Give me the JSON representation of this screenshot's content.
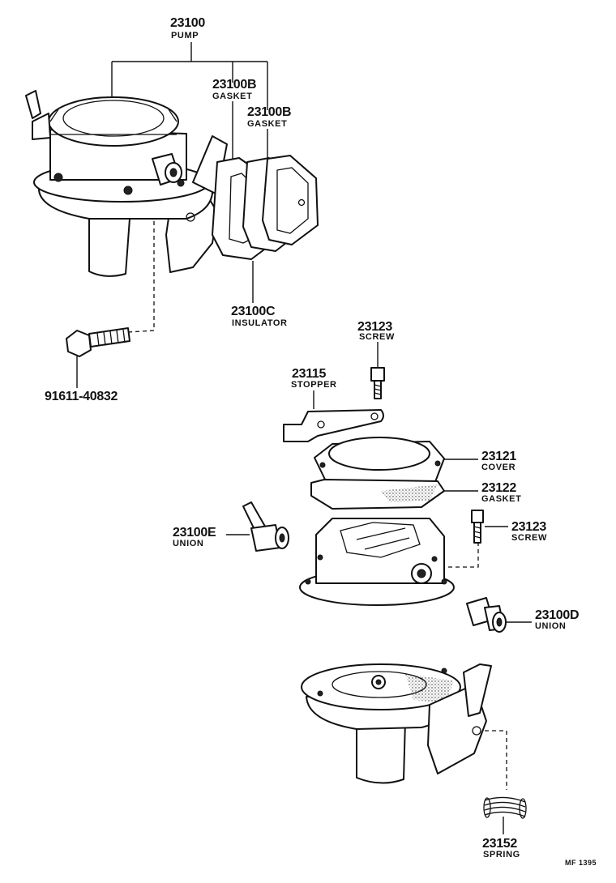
{
  "parts": [
    {
      "id": "pump",
      "number": "23100",
      "name": "PUMP"
    },
    {
      "id": "gasket1",
      "number": "23100B",
      "name": "GASKET"
    },
    {
      "id": "gasket2",
      "number": "23100B",
      "name": "GASKET"
    },
    {
      "id": "insulator",
      "number": "23100C",
      "name": "INSULATOR"
    },
    {
      "id": "bolt",
      "number": "91611-40832",
      "name": ""
    },
    {
      "id": "screw_top",
      "number": "23123",
      "name": "SCREW"
    },
    {
      "id": "stopper",
      "number": "23115",
      "name": "STOPPER"
    },
    {
      "id": "cover",
      "number": "23121",
      "name": "COVER"
    },
    {
      "id": "gasket3",
      "number": "23122",
      "name": "GASKET"
    },
    {
      "id": "union_e",
      "number": "23100E",
      "name": "UNION"
    },
    {
      "id": "screw_side",
      "number": "23123",
      "name": "SCREW"
    },
    {
      "id": "union_d",
      "number": "23100D",
      "name": "UNION"
    },
    {
      "id": "spring",
      "number": "23152",
      "name": "SPRING"
    }
  ],
  "diagram_code": "MF 1395"
}
